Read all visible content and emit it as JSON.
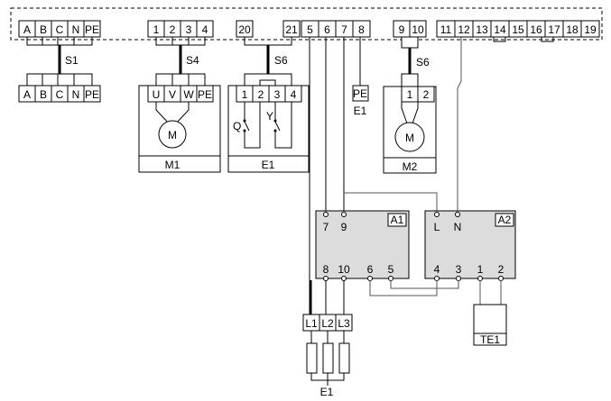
{
  "main_strip": {
    "group_abc": [
      "A",
      "B",
      "C",
      "N",
      "PE"
    ],
    "group_1234": [
      "1",
      "2",
      "3",
      "4"
    ],
    "group_20_21": [
      "20",
      "21"
    ],
    "group_5_8": [
      "5",
      "6",
      "7",
      "8"
    ],
    "group_9_10": [
      "9",
      "10"
    ],
    "group_11_19": [
      "11",
      "12",
      "13",
      "14",
      "15",
      "16",
      "17",
      "18",
      "19"
    ]
  },
  "cables": {
    "s1": "S1",
    "s4": "S4",
    "s6_e1": "S6",
    "s6_m2": "S6"
  },
  "lower_abc": [
    "A",
    "B",
    "C",
    "N",
    "PE"
  ],
  "m1": {
    "terminals": [
      "U",
      "V",
      "W",
      "PE"
    ],
    "motor_symbol": "M",
    "label": "M1"
  },
  "e1_box": {
    "terminals": [
      "1",
      "2",
      "3",
      "4"
    ],
    "switch_q": "Q",
    "switch_y": "Y",
    "label": "E1"
  },
  "pe_terminal": {
    "label": "PE",
    "sub": "E1"
  },
  "m2": {
    "terminals": [
      "1",
      "2"
    ],
    "motor_symbol": "M",
    "label": "M2"
  },
  "a1": {
    "name": "A1",
    "top_pins": [
      "7",
      "9"
    ],
    "bottom_pins": [
      "8",
      "10",
      "6",
      "5"
    ]
  },
  "a2": {
    "name": "A2",
    "top_pins": [
      "L",
      "N"
    ],
    "bottom_pins": [
      "4",
      "3",
      "1",
      "2"
    ]
  },
  "te1": {
    "label": "TE1"
  },
  "heater": {
    "phases": [
      "L1",
      "L2",
      "L3"
    ],
    "label": "E1"
  }
}
